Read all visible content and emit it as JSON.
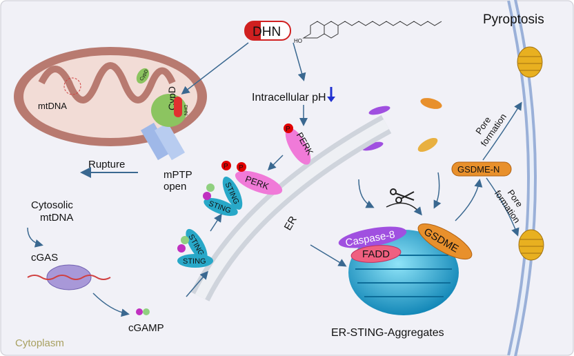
{
  "title": "Pyroptosis",
  "region_label": "Cytoplasm",
  "drug": {
    "badge": "DHN",
    "small_badge": "DHN",
    "chem_label": "HO"
  },
  "mitochondrion": {
    "mtdna": "mtDNA",
    "cypd_1": "CypD",
    "cypd_2": "CypD",
    "rupture": "Rupture",
    "mptp_line1": "mPTP",
    "mptp_line2": "open"
  },
  "ph": {
    "label": "Intracellular pH",
    "arrow": "down"
  },
  "cytosolic": {
    "line1": "Cytosolic",
    "line2": "mtDNA",
    "cgas": "cGAS",
    "cgamp": "cGAMP"
  },
  "er": {
    "label": "ER",
    "perk_1": "PERK",
    "perk_2": "PERK",
    "phospho": "P",
    "sting": "STING"
  },
  "aggregate": {
    "caspase": "Caspase-8",
    "fadd": "FADD",
    "gsdme": "GSDME",
    "label": "ER-STING-Aggregates"
  },
  "pore": {
    "gsdme_n": "GSDME-N",
    "pore_line1": "Pore",
    "pore_line2": "formation"
  },
  "colors": {
    "background": "#f1f1f7",
    "mito": "#b87a70",
    "cypd": "#8cc460",
    "perk": "#f07ad8",
    "sting": "#28a8c8",
    "phospho": "#e00000",
    "aggregate": "#2ab0d8",
    "gsdme": "#e8902c",
    "arrow": "#3a6890",
    "cytoplasm_text": "#a8a060"
  }
}
